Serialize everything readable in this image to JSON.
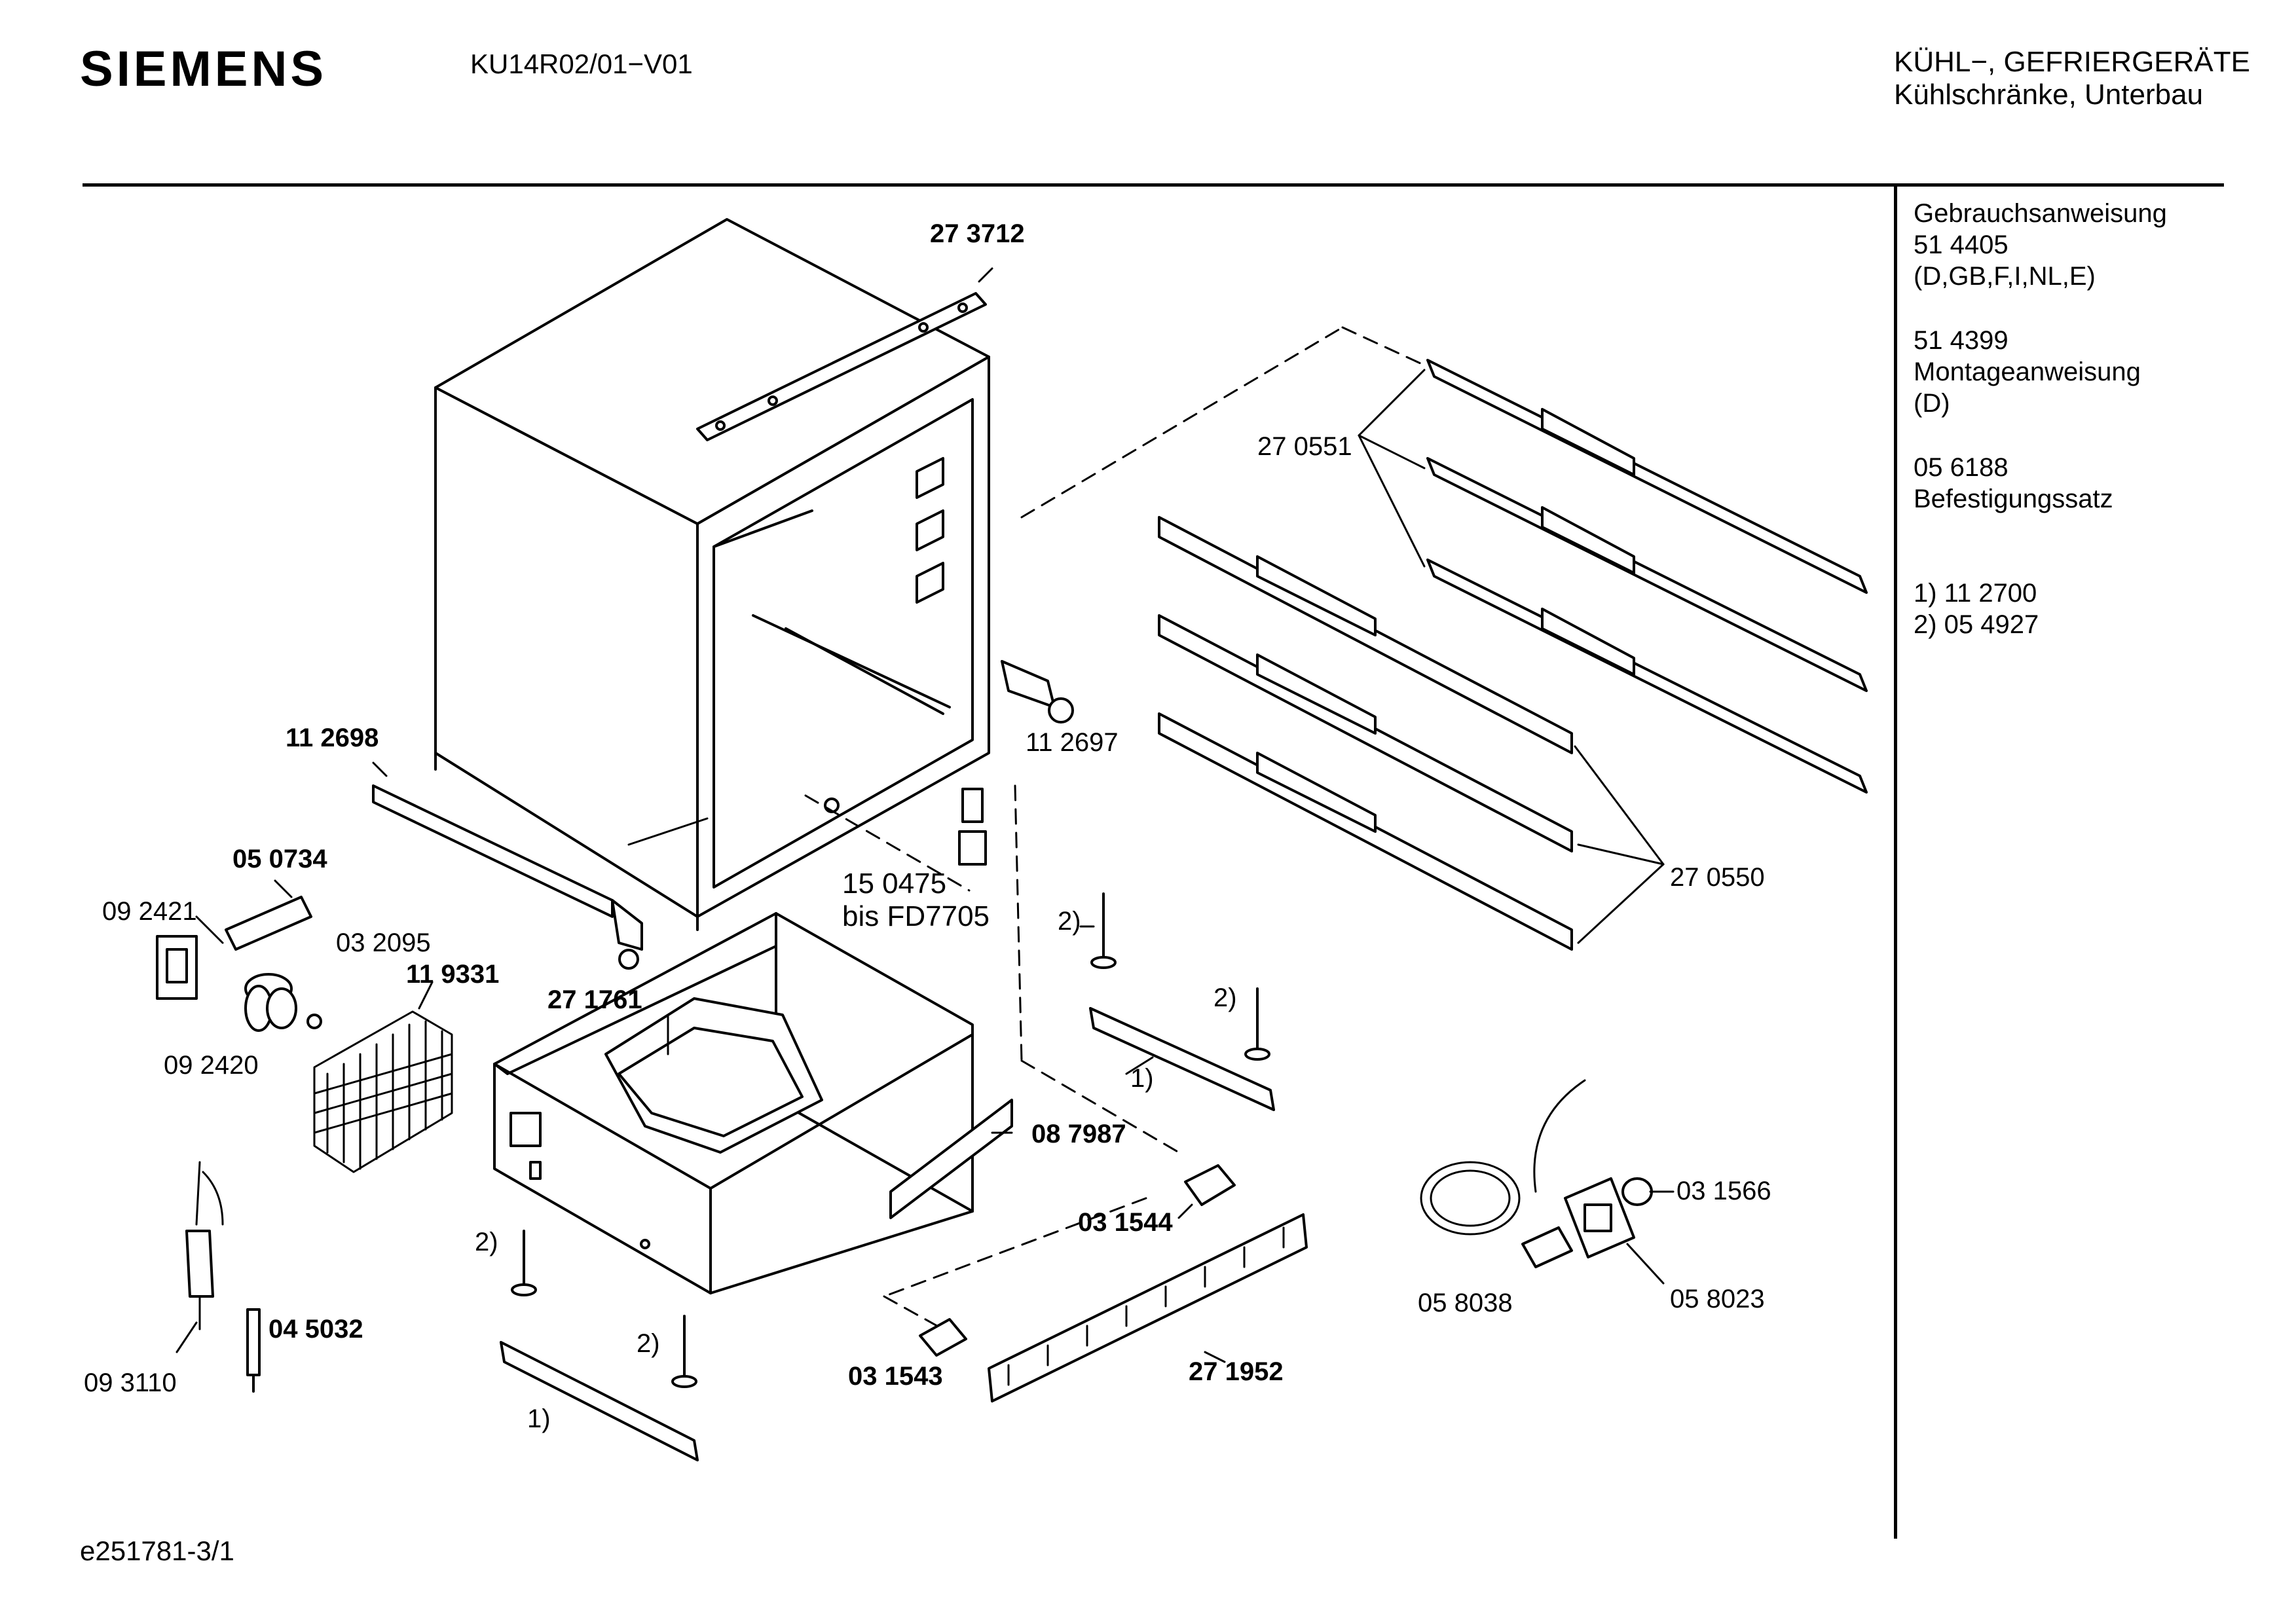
{
  "header": {
    "brand": "SIEMENS",
    "model": "KU14R02/01−V01",
    "category_line1": "KÜHL−, GEFRIERGERÄTE",
    "category_line2": "Kühlschränke, Unterbau"
  },
  "sidebar": {
    "manual_title": "Gebrauchsanweisung",
    "manual_number": "51 4405",
    "manual_languages": "(D,GB,F,I,NL,E)",
    "install_number": "51 4399",
    "install_title": "Montageanweisung",
    "install_language": "(D)",
    "kit_number": "05 6188",
    "kit_title": "Befestigungssatz",
    "note1": "1)  11 2700",
    "note2": "2)  05 4927"
  },
  "parts": {
    "p273712": "27 3712",
    "p270551": "27 0551",
    "p112698": "11 2698",
    "p112697": "11 2697",
    "p050734": "05 0734",
    "p092421": "09 2421",
    "p032095": "03 2095",
    "p119331": "11 9331",
    "p092420": "09 2420",
    "p271761": "27 1761",
    "p150475": "15 0475",
    "p_bis": "bis FD7705",
    "p270550": "27 0550",
    "p087987": "08 7987",
    "p031544": "03 1544",
    "p031566": "03 1566",
    "p058038": "05 8038",
    "p058023": "05 8023",
    "p045032": "04 5032",
    "p093110": "09 3110",
    "p031543": "03 1543",
    "p271952": "27 1952",
    "fn2": "2)",
    "fn1": "1)"
  },
  "footer": {
    "drawing_id": "e251781-3/1"
  }
}
